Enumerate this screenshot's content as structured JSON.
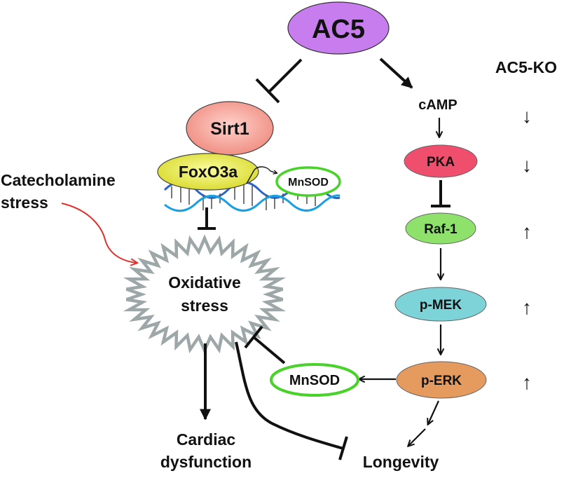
{
  "nodes": {
    "ac5": "AC5",
    "ac5_ko_header": "AC5-KO",
    "camp": "cAMP",
    "pka": "PKA",
    "raf1": "Raf-1",
    "pmek": "p-MEK",
    "perk": "p-ERK",
    "sirt1": "Sirt1",
    "foxo3a": "FoxO3a",
    "mnsod_dna": "MnSOD",
    "mnsod": "MnSOD",
    "catecholamine_line1": "Catecholamine",
    "catecholamine_line2": "stress",
    "oxidative_line1": "Oxidative",
    "oxidative_line2": "stress",
    "cardiac_line1": "Cardiac",
    "cardiac_line2": "dysfunction",
    "longevity": "Longevity"
  },
  "ac5_ko_changes": {
    "camp": "↓",
    "pka": "↓",
    "raf1": "↑",
    "pmek": "↑",
    "perk": "↑"
  },
  "colors": {
    "ac5": "#c77dee",
    "sirt1": "#f2958a",
    "foxo3a": "#e8ea3a",
    "pka": "#ef4f6c",
    "raf1": "#8ee26c",
    "pmek": "#7dd4d8",
    "perk": "#e59a5e",
    "mnsod_border": "#48d22a",
    "catecholamine_arrow": "#e0302c",
    "burst": "#9ea7a7"
  }
}
